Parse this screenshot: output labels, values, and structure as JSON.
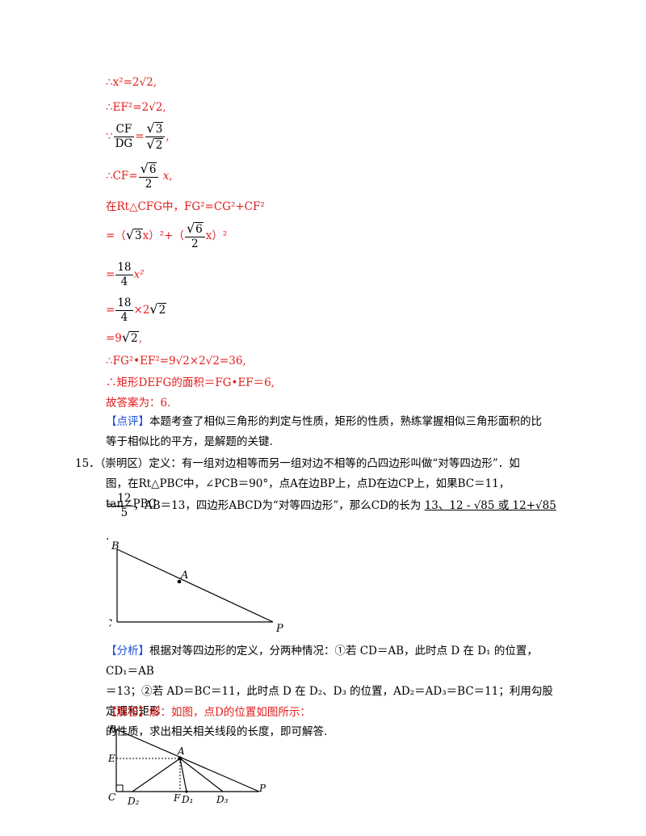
{
  "solution_lines": {
    "l1": "∴x²=2√2,",
    "l2": "∴EF²=2√2,",
    "l3_prefix": "∵",
    "l3_num": "CF",
    "l3_den": "DG",
    "l3_eq": "=",
    "l3_num2": "3",
    "l3_den2": "2",
    "l4": "∴CF=",
    "l4_num": "6",
    "l4_den": "2",
    "l5": "在Rt△CFG中，FG²=CG²+CF²",
    "l6_a": "=（",
    "l6_b": "x）²+（",
    "l6_c": "x）²",
    "l7_num": "18",
    "l7_den": "4",
    "l7_tail": "x²",
    "l8_num": "18",
    "l8_den": "4",
    "l8_tail": "×2",
    "l9": "=9",
    "l10": "∴FG²•EF²=9√2×2√2=36,",
    "l11": "∴矩形DEFG的面积＝FG•EF＝6,",
    "l12": "故答案为：6."
  },
  "comment": {
    "tag": "【点评】",
    "text_1": "本题考查了相似三角形的判定与性质，矩形的性质，熟练掌握相似三角形面积的比",
    "text_2": "等于相似比的平方，是解题的关键."
  },
  "problem": {
    "number": "15．",
    "line1": "（崇明区）定义：有一组对边相等而另一组对边不相等的凸四边形叫做“对等四边形”．如",
    "line2": "图，在Rt△PBC中，∠PCB＝90°，点A在边BP上，点D在边CP上，如果BC＝11，tan∠PBC",
    "frac_num": "12",
    "frac_den": "5",
    "line3": "，AB＝13，四边形ABCD为“对等四边形”，那么CD的长为",
    "answer": "13、12 - √85 或 12+√85",
    "end": "."
  },
  "analysis": {
    "tag": "【分析】",
    "line1": "根据对等四边形的定义，分两种情况：①若 CD＝AB，此时点 D 在 D₁ 的位置，CD₁＝AB",
    "line2": "＝13；②若 AD＝BC＝11，此时点 D 在 D₂、D₃ 的位置，AD₂＝AD₃＝BC＝11；利用勾股定理和矩形",
    "line3": "的性质，求出相关相关线段的长度，即可解答."
  },
  "solution": {
    "tag": "【解答】",
    "text": "解：如图，点D的位置如图所示："
  },
  "figure1_labels": {
    "B": "B",
    "A": "A",
    "C": "C",
    "P": "P"
  },
  "figure2_labels": {
    "B": "B",
    "E": "E",
    "A": "A",
    "C": "C",
    "P": "P",
    "D2": "D₂",
    "F": "F",
    "D1": "D₁",
    "D3": "D₃"
  }
}
